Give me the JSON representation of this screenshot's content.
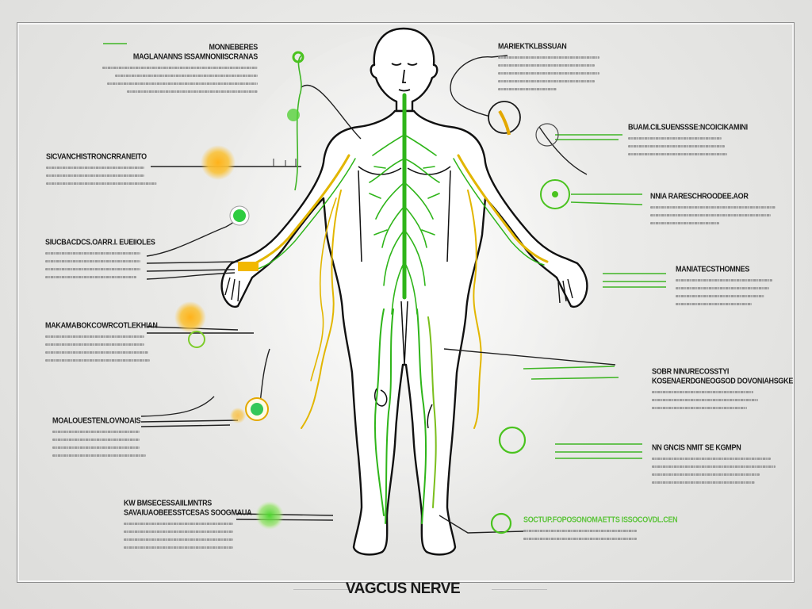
{
  "diagram": {
    "title": "VAGCUS NERVE",
    "subject": "human figure with nerve pathways",
    "colors": {
      "background": "#e6e6e4",
      "outline": "#111111",
      "nerve_green": "#3cb521",
      "nerve_yellow": "#e0b400",
      "glow_orange": "#f7a51c",
      "text_dark": "#1d1d1d",
      "text_gray": "#9a9a9a"
    },
    "labels_left": [
      {
        "heading": "MAGLANANNS ISSAMNONIISCRANAS",
        "subheading": "MONNEBERES",
        "lines": 4
      },
      {
        "heading": "SICVANCHISTRONCRRANEITO",
        "lines": 3
      },
      {
        "heading": "SIUCBACDCS.OARR.I. EUEIIOLES",
        "lines": 4
      },
      {
        "heading": "MAKAMABOKCOWRCOTLEKHIAN",
        "lines": 4
      },
      {
        "heading": "MOALOUESTENLOVNOAIS",
        "lines": 4
      },
      {
        "heading": "KW BMSECESSAIILMNTRS",
        "subheading": "SAVAIUAOBEESSTCESAS SOOGMAUA",
        "lines": 4
      }
    ],
    "labels_right": [
      {
        "heading": "MARIEKTKLBSSUAN",
        "lines": 5
      },
      {
        "heading": "BUAM.CILSUENSSSE:NCOICIKAMINI",
        "lines": 3
      },
      {
        "heading": "NNIA RARESCHROODEE.AOR",
        "lines": 3
      },
      {
        "heading": "MANIATECSTHOMNES",
        "lines": 4
      },
      {
        "heading": "SOBR NINURECOSSTYI",
        "subheading": "KOSENAERDGNEOGSOD DOVONIAHSGKE",
        "lines": 3
      },
      {
        "heading": "NN GNCIS NMIT SE KGMPN",
        "lines": 4
      },
      {
        "heading": "SOCTUP.FOPOSONOMAETTS ISSOCOVDL.CEN",
        "lines": 2
      }
    ]
  }
}
